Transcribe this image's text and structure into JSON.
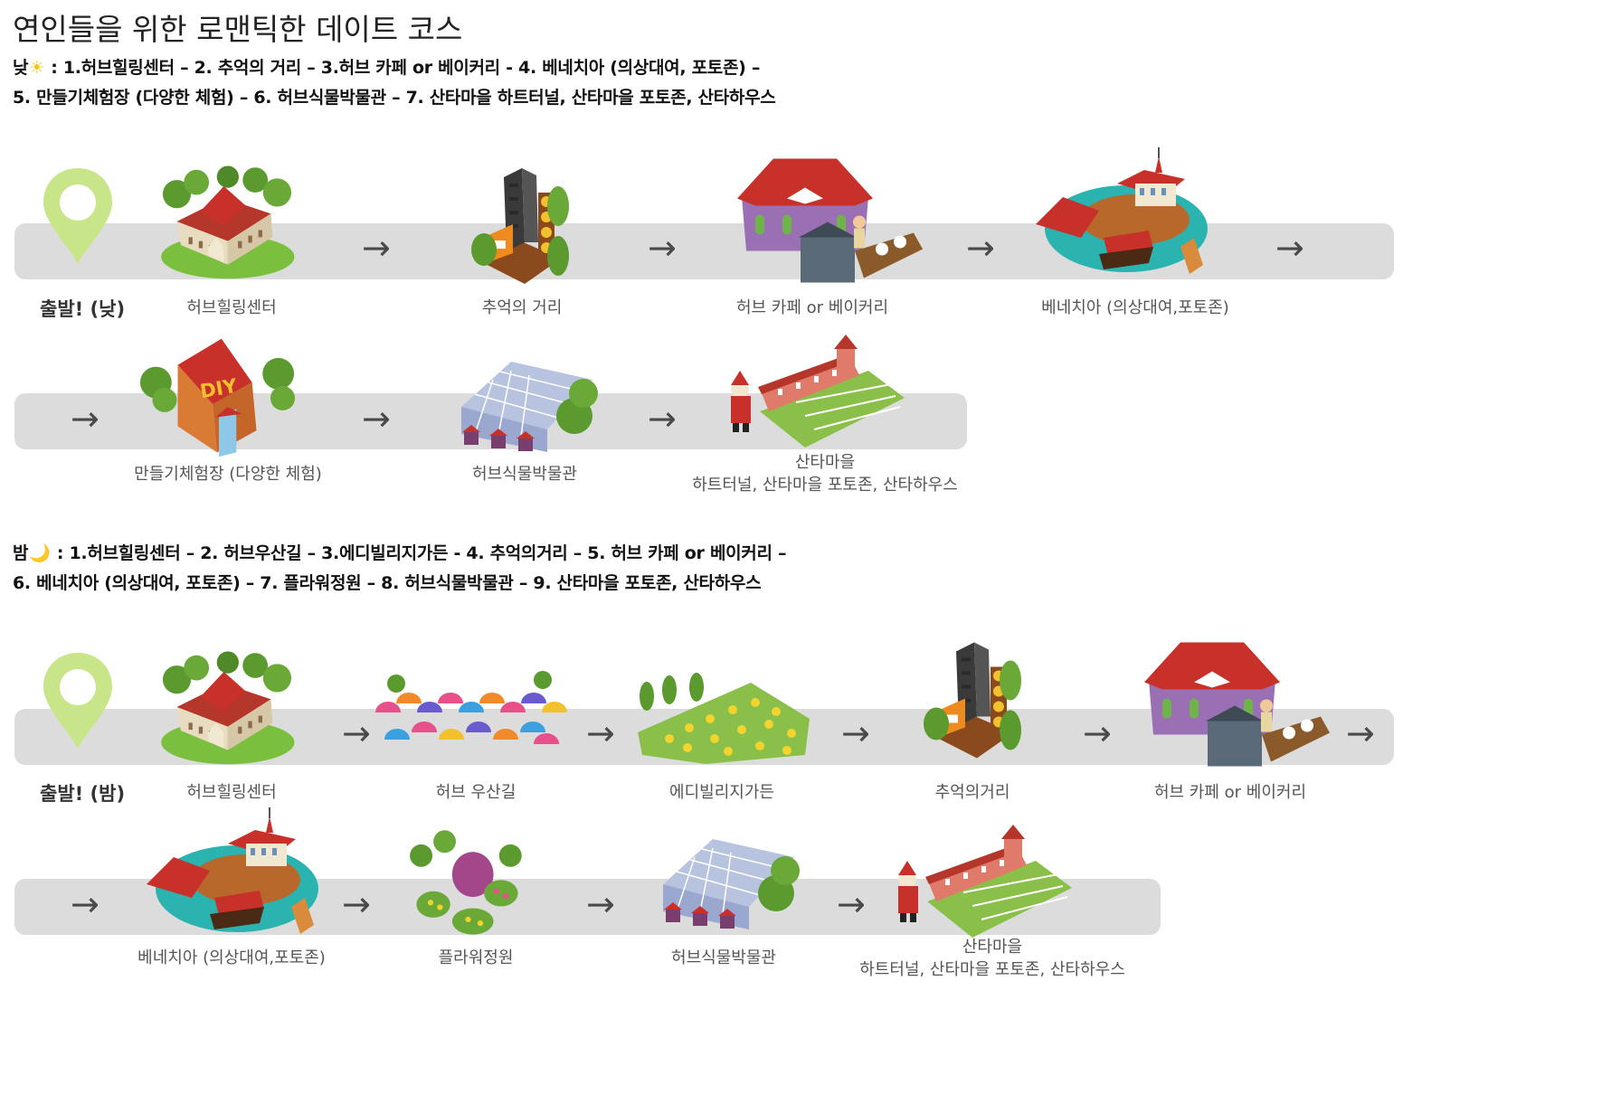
{
  "title": "연인들을 위한 로맨틱한 데이트 코스",
  "day": {
    "prefix": "낮",
    "icon": "sun-icon",
    "icon_glyph": "☀",
    "line1": " : 1.허브힐링센터 – 2. 추억의 거리 – 3.허브 카페 or 베이커리 - 4. 베네치아 (의상대여, 포토존) –",
    "line2": "5. 만들기체험장 (다양한 체험) – 6. 허브식물박물관 – 7. 산타마을 하트터널, 산타마을 포토존, 산타하우스",
    "start_label": "출발! (낮)",
    "stops": [
      {
        "label": "허브힐링센터"
      },
      {
        "label": "추억의 거리"
      },
      {
        "label": "허브 카페 or 베이커리"
      },
      {
        "label": "베네치아 (의상대여,포토존)"
      },
      {
        "label": "만들기체험장 (다양한 체험)"
      },
      {
        "label": "허브식물박물관"
      },
      {
        "label_line1": "산타마을",
        "label_line2": "하트터널, 산타마을 포토존, 산타하우스"
      }
    ]
  },
  "night": {
    "prefix": "밤",
    "icon": "moon-icon",
    "icon_glyph": "🌙",
    "line1": " : 1.허브힐링센터 – 2. 허브우산길 – 3.에디빌리지가든 - 4. 추억의거리 – 5. 허브 카페 or 베이커리 –",
    "line2": "6. 베네치아 (의상대여, 포토존) – 7. 플라워정원  – 8. 허브식물박물관 – 9. 산타마을 포토존, 산타하우스",
    "start_label": "출발! (밤)",
    "stops": [
      {
        "label": "허브힐링센터"
      },
      {
        "label": "허브 우산길"
      },
      {
        "label": "에디빌리지가든"
      },
      {
        "label": "추억의거리"
      },
      {
        "label": "허브 카페 or 베이커리"
      },
      {
        "label": "베네치아 (의상대여,포토존)"
      },
      {
        "label": "플라워정원"
      },
      {
        "label": "허브식물박물관"
      },
      {
        "label_line1": "산타마을",
        "label_line2": "하트터널, 산타마을 포토존, 산타하우스"
      }
    ]
  },
  "arrow_glyph": "→",
  "illustration_sign_text": "DIY",
  "colors": {
    "track": "#dcdcdc",
    "pin": "#c9e58a",
    "roof_red": "#c8302a",
    "tree_green": "#5a9a2e",
    "arrow": "#4a4a4a"
  }
}
